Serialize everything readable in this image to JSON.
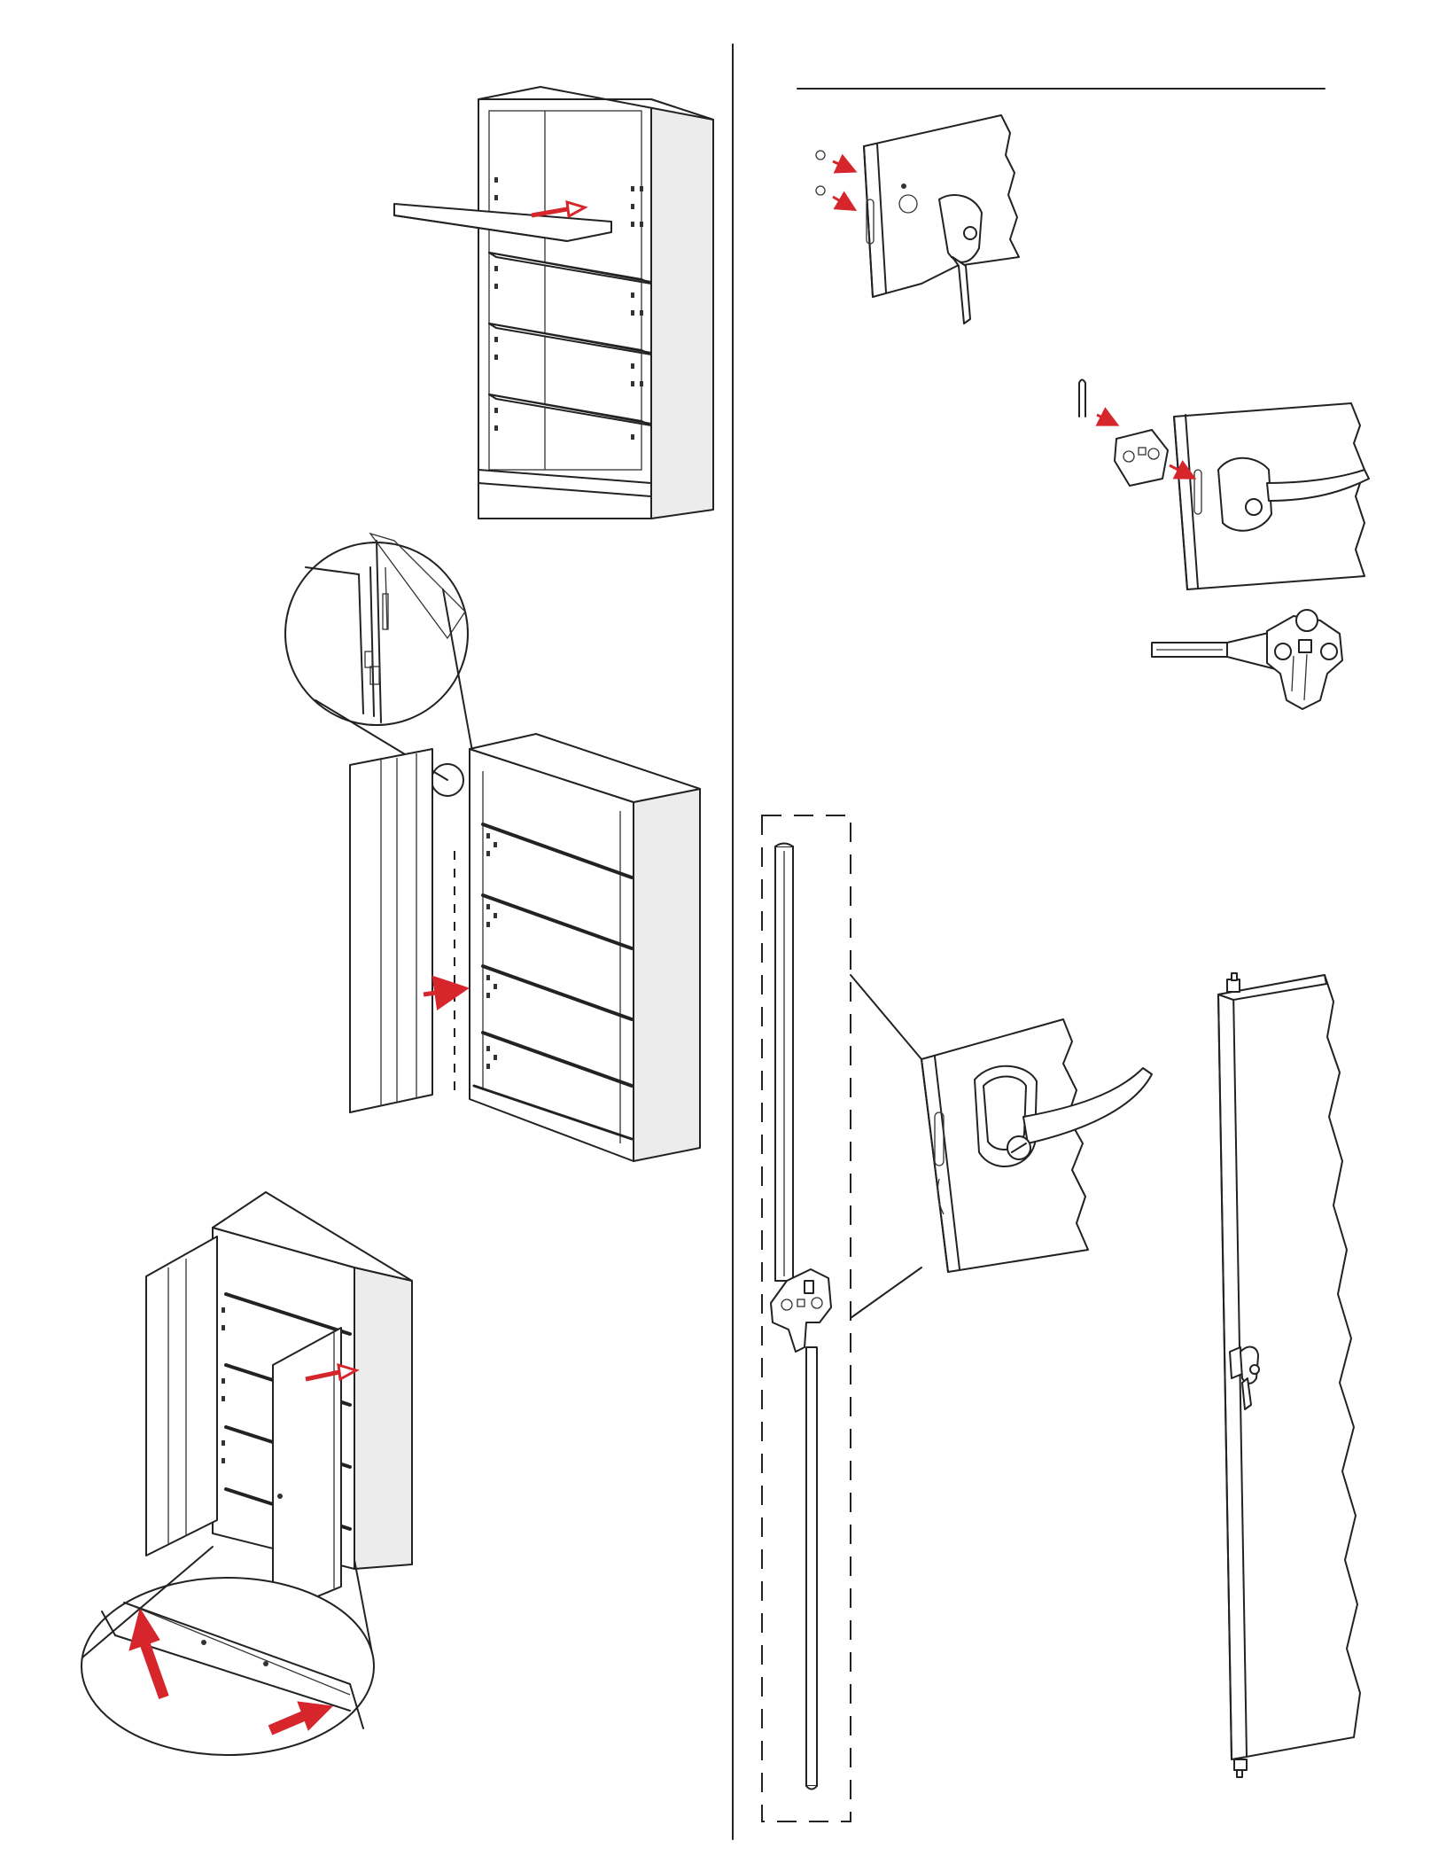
{
  "document": {
    "type": "assembly-instructions-page",
    "colors": {
      "line": "#222222",
      "arrow": "#d6262b",
      "background": "#ffffff"
    },
    "illustrations": [
      "shelf-insertion-figure",
      "left-door-hinge-figure",
      "right-door-install-figure",
      "lock-screws-figure",
      "lock-cam-plate-figure",
      "cam-plate-detail-figure",
      "lock-rod-figure",
      "door-handle-detail-figure",
      "door-panel-figure"
    ],
    "icons": [
      "red-arrow-icon",
      "outline-arrow-icon",
      "magnifier-circle-icon"
    ]
  }
}
